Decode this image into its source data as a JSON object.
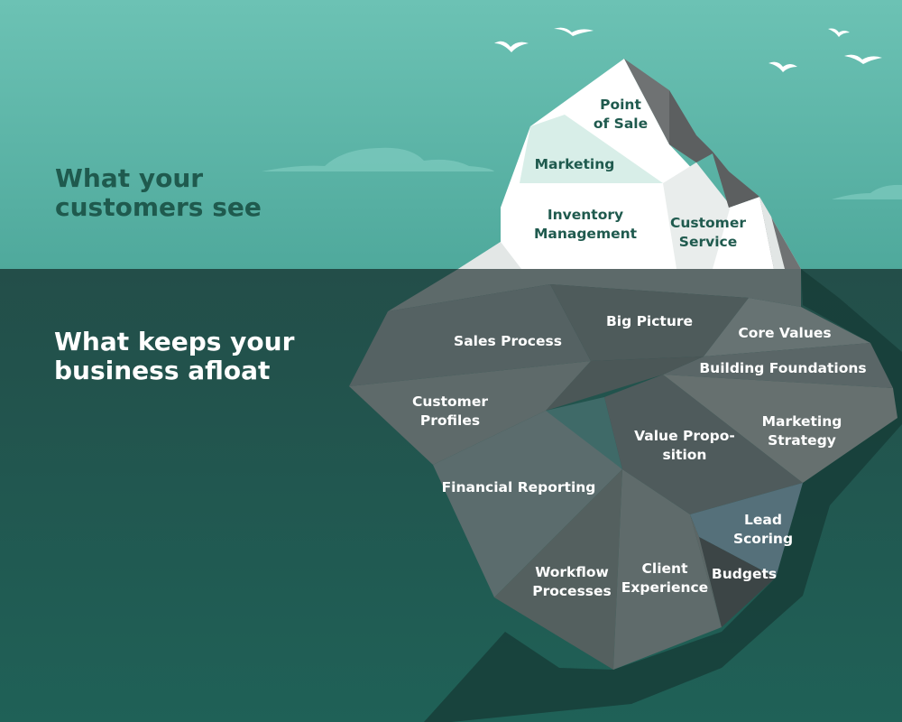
{
  "colors": {
    "sky": "#5db7aa",
    "water": "#22514b",
    "ice": "#eef1f0",
    "heading_above": "#1f5a4e",
    "heading_below": "#ffffff"
  },
  "headings": {
    "above": "What your\ncustomers see",
    "below": "What keeps your\nbusiness afloat"
  },
  "tip_labels": {
    "point_of_sale": "Point\nof Sale",
    "marketing": "Marketing",
    "inventory_management": "Inventory\nManagement",
    "customer_service": "Customer\nService"
  },
  "submerged_labels": {
    "sales_process": "Sales Process",
    "big_picture": "Big Picture",
    "core_values": "Core Values",
    "building_foundations": "Building Foundations",
    "customer_profiles": "Customer\nProfiles",
    "value_proposition": "Value Propo-\nsition",
    "marketing_strategy": "Marketing\nStrategy",
    "financial_reporting": "Financial Reporting",
    "lead_scoring": "Lead\nScoring",
    "workflow_processes": "Workflow\nProcesses",
    "client_experience": "Client\nExperience",
    "budgets": "Budgets"
  },
  "icons": {
    "birds": "seagull-icon",
    "clouds": "cloud-icon"
  }
}
